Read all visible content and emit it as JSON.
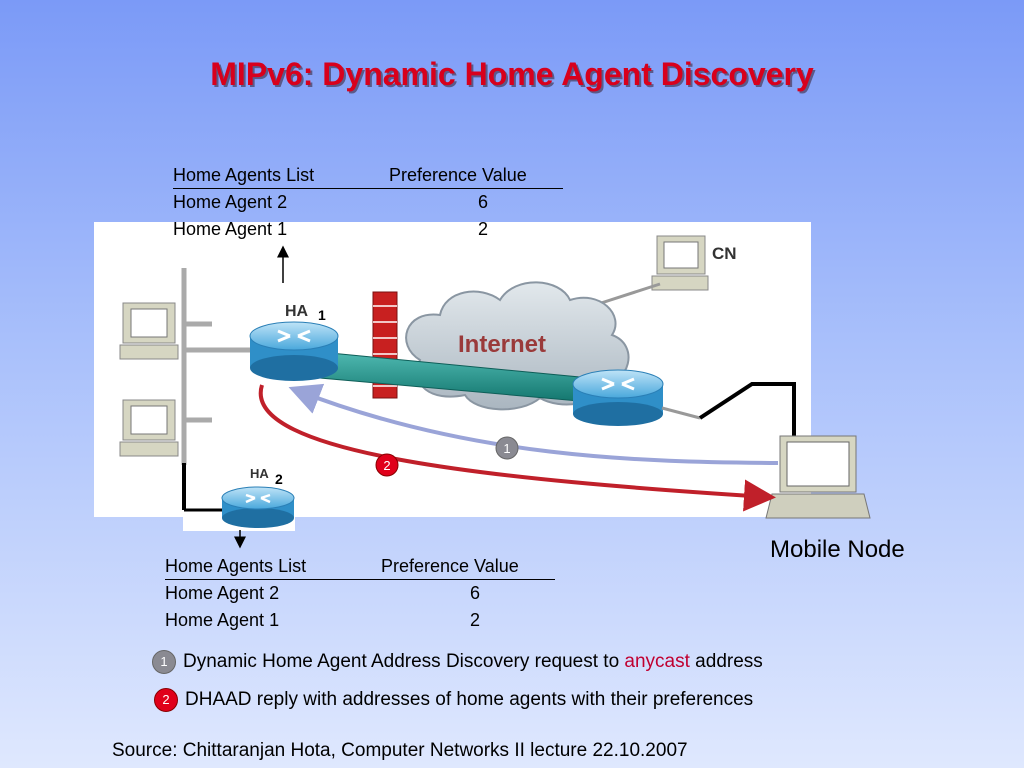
{
  "title": "MIPv6: Dynamic Home Agent Discovery",
  "home_agent_lists": [
    {
      "header": {
        "col1": "Home Agents List",
        "col2": "Preference Value"
      },
      "rows": [
        {
          "name": "Home Agent 2",
          "value": "6"
        },
        {
          "name": "Home Agent 1",
          "value": "2"
        }
      ]
    },
    {
      "header": {
        "col1": "Home Agents List",
        "col2": "Preference Value"
      },
      "rows": [
        {
          "name": "Home Agent 2",
          "value": "6"
        },
        {
          "name": "Home Agent 1",
          "value": "2"
        }
      ]
    }
  ],
  "diagram": {
    "ha1_label": "HA",
    "ha1_num": "1",
    "ha2_label": "HA",
    "ha2_num": "2",
    "cn_label": "CN",
    "internet_label": "Internet",
    "mobile_node_label": "Mobile Node",
    "step1_badge": "1",
    "step2_badge": "2"
  },
  "legend": [
    {
      "badge": "1",
      "text_before": "Dynamic Home Agent Address Discovery request to ",
      "highlight": "anycast",
      "text_after": " address"
    },
    {
      "badge": "2",
      "text": "DHAAD reply with addresses of home agents with their preferences"
    }
  ],
  "source": "Source: Chittaranjan Hota, Computer Networks II lecture 22.10.2007",
  "colors": {
    "title": "#d8001c",
    "router": "#2f8fc8",
    "request_arrow": "#9aa4d8",
    "reply_arrow": "#c0202a",
    "firewall": "#c82020",
    "anycast": "#c00030"
  }
}
